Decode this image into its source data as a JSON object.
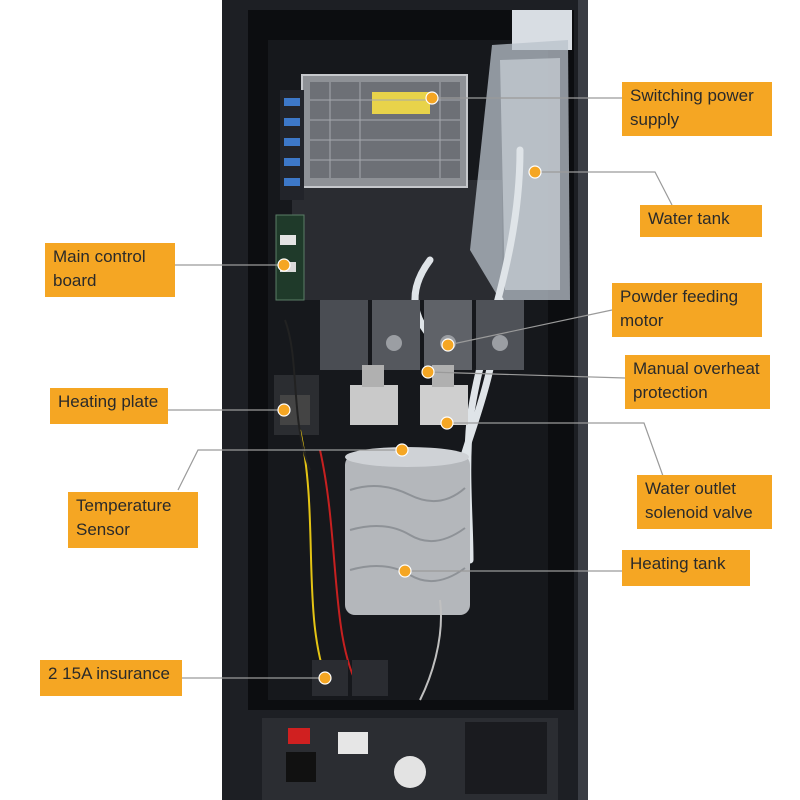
{
  "colors": {
    "label_bg": "#f5a623",
    "leader_line": "#9a9a9a",
    "marker_dot": "#f5a623",
    "cabinet": "#1d1f24",
    "interior": "#0c0d10"
  },
  "labels": {
    "switching_power_supply": "Switching power supply",
    "water_tank": "Water tank",
    "main_control_board": "Main control board",
    "powder_feeding_motor": "Powder feeding motor",
    "manual_overheat_protection": "Manual overheat protection",
    "heating_plate": "Heating plate",
    "water_outlet_solenoid_valve": "Water outlet solenoid valve",
    "temperature_sensor": "Temperature Sensor",
    "heating_tank": "Heating tank",
    "fuse": "2 15A insurance"
  }
}
